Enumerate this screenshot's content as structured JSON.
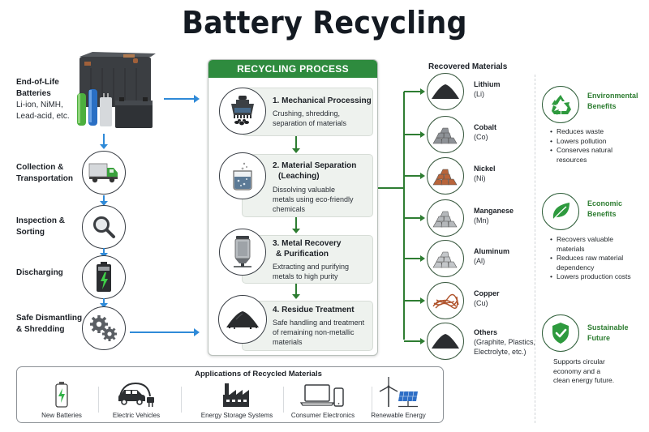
{
  "title": "Battery Recycling",
  "left_flow": {
    "start": {
      "title_line1": "End-of-Life",
      "title_line2": "Batteries",
      "sub_line1": "Li-ion, NiMH,",
      "sub_line2": "Lead-acid, etc.",
      "icon": "battery-pile-icon"
    },
    "steps": [
      {
        "line1": "Collection &",
        "line2": "Transportation",
        "icon": "truck-icon"
      },
      {
        "line1": "Inspection &",
        "line2": "Sorting",
        "icon": "magnifier-icon"
      },
      {
        "line1": "Discharging",
        "line2": "",
        "icon": "battery-charge-icon"
      },
      {
        "line1": "Safe Dismantling",
        "line2": "& Shredding",
        "icon": "gears-icon"
      }
    ]
  },
  "process": {
    "header": "RECYCLING PROCESS",
    "steps": [
      {
        "title1": "1. Mechanical Processing",
        "title2": "",
        "desc": [
          "Crushing, shredding,",
          "separation of materials"
        ],
        "icon": "crusher-icon"
      },
      {
        "title1": "2. Material Separation",
        "title2": "(Leaching)",
        "desc": [
          "Dissolving valuable",
          "metals using eco-friendly",
          "chemicals"
        ],
        "icon": "beaker-icon"
      },
      {
        "title1": "3. Metal Recovery",
        "title2": "& Purification",
        "desc": [
          "Extracting and purifying",
          "metals to high purity"
        ],
        "icon": "reactor-icon"
      },
      {
        "title1": "4. Residue Treatment",
        "title2": "",
        "desc": [
          "Safe handling and treatment",
          "of remaining non-metallic",
          "materials"
        ],
        "icon": "residue-pile-icon"
      }
    ]
  },
  "materials": {
    "heading": "Recovered Materials",
    "items": [
      {
        "name": "Lithium",
        "sym": "(Li)",
        "color": "#2b2d30",
        "icon": "lithium-pile-icon"
      },
      {
        "name": "Cobalt",
        "sym": "(Co)",
        "color": "#8e9297",
        "icon": "cobalt-pile-icon"
      },
      {
        "name": "Nickel",
        "sym": "(Ni)",
        "color": "#b8643a",
        "icon": "nickel-pile-icon"
      },
      {
        "name": "Manganese",
        "sym": "(Mn)",
        "color": "#b5b8bb",
        "icon": "manganese-pile-icon"
      },
      {
        "name": "Aluminum",
        "sym": "(Al)",
        "color": "#c4c7ca",
        "icon": "aluminum-pile-icon"
      },
      {
        "name": "Copper",
        "sym": "(Cu)",
        "color": "#b0552e",
        "icon": "copper-wire-icon"
      },
      {
        "name": "Others",
        "sym": "(Graphite, Plastics,",
        "sym2": "Electrolyte, etc.)",
        "color": "#2b2d30",
        "icon": "graphite-pile-icon"
      }
    ]
  },
  "benefits": [
    {
      "title1": "Environmental",
      "title2": "Benefits",
      "icon": "recycle-icon",
      "bullets": [
        "Reduces waste",
        "Lowers pollution",
        "Conserves natural resources"
      ]
    },
    {
      "title1": "Economic",
      "title2": "Benefits",
      "icon": "leaf-icon",
      "bullets": [
        "Recovers valuable materials",
        "Reduces raw material dependency",
        "Lowers production costs"
      ]
    },
    {
      "title1": "Sustainable",
      "title2": "Future",
      "icon": "shield-check-icon",
      "text": [
        "Supports circular",
        "economy and a",
        "clean energy future."
      ]
    }
  ],
  "applications": {
    "title": "Applications of Recycled Materials",
    "items": [
      {
        "label": "New Batteries",
        "icon": "battery-icon"
      },
      {
        "label": "Electric Vehicles",
        "icon": "ev-car-icon"
      },
      {
        "label": "Energy Storage Systems",
        "icon": "factory-icon"
      },
      {
        "label": "Consumer Electronics",
        "icon": "laptop-phone-icon"
      },
      {
        "label": "Renewable Energy",
        "icon": "wind-solar-icon"
      }
    ]
  },
  "colors": {
    "accent_green": "#2e8b3e",
    "arrow_blue": "#2f8ad8",
    "benefit_green": "#2e7d32"
  }
}
